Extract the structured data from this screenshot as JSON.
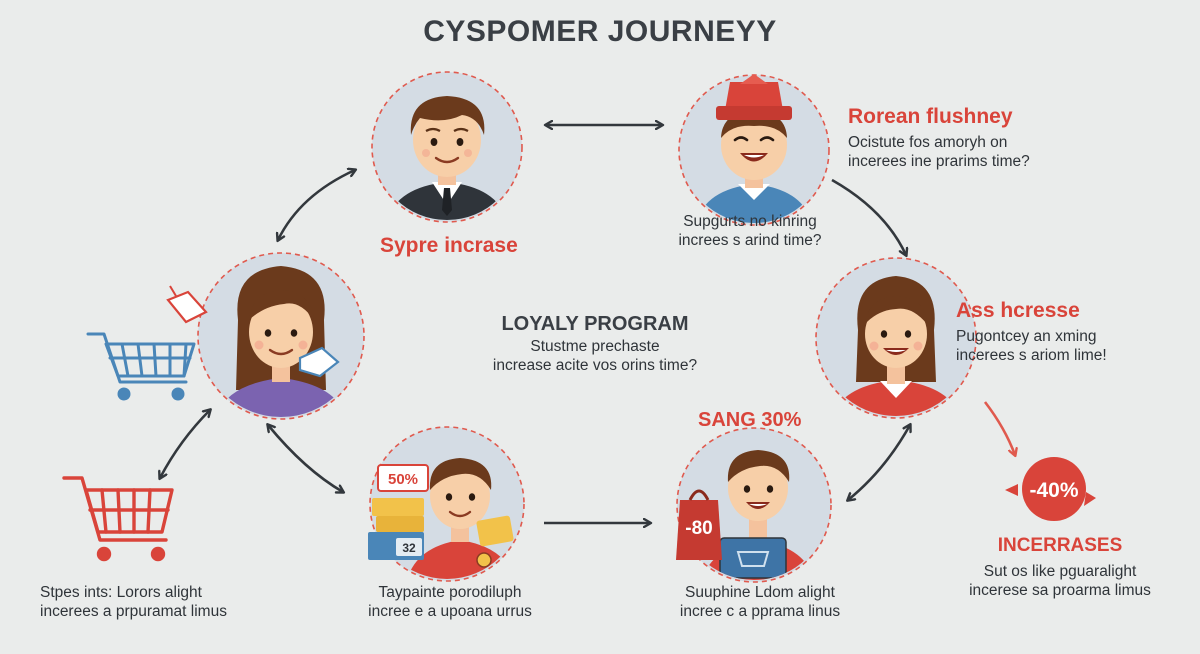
{
  "title": "CYSPOMER JOURNEYY",
  "colors": {
    "background": "#eaeceb",
    "accent_red": "#d9443a",
    "circle_fill": "#d4dce4",
    "circle_dash": "#e05a4e",
    "arrow": "#33383d",
    "cart_blue": "#4a86b8",
    "cart_red": "#d9443a"
  },
  "nodes": {
    "top_left": {
      "label": "Sypre incrase"
    },
    "top_right": {
      "heading": "Rorean flushney",
      "lines": [
        "Ocistute fos amoryh on",
        "incerees ine prarims time?"
      ],
      "caption_lines": [
        "Supgurts no kinring",
        "increes s arind time?"
      ]
    },
    "middle_left": {},
    "middle_right": {
      "heading": "Ass hcresse",
      "lines": [
        "Pugontcey an xming",
        "incerees s ariom lime!"
      ]
    },
    "bottom_left": {
      "price_tags": [
        "50%",
        "32"
      ],
      "caption_lines": [
        "Taypainte porodiluph",
        "incree e a upoana urrus"
      ]
    },
    "bottom_right": {
      "heading": "SANG 30%",
      "tag": "-80",
      "caption_lines": [
        "Suuphine Ldom alight",
        "incree c a pprama linus"
      ]
    }
  },
  "center_block": {
    "heading": "LOYALY PROGRAM",
    "lines": [
      "Stustme prechaste",
      "increase acite vos orins time?"
    ]
  },
  "left_block": {
    "lines": [
      "Stpes ints: Lorors alight",
      "incerees a prpuramat limus"
    ]
  },
  "right_block": {
    "badge": "-40%",
    "heading": "INCERRASES",
    "lines": [
      "Sut os like pguaralight",
      "incerese sa proarma limus"
    ]
  }
}
